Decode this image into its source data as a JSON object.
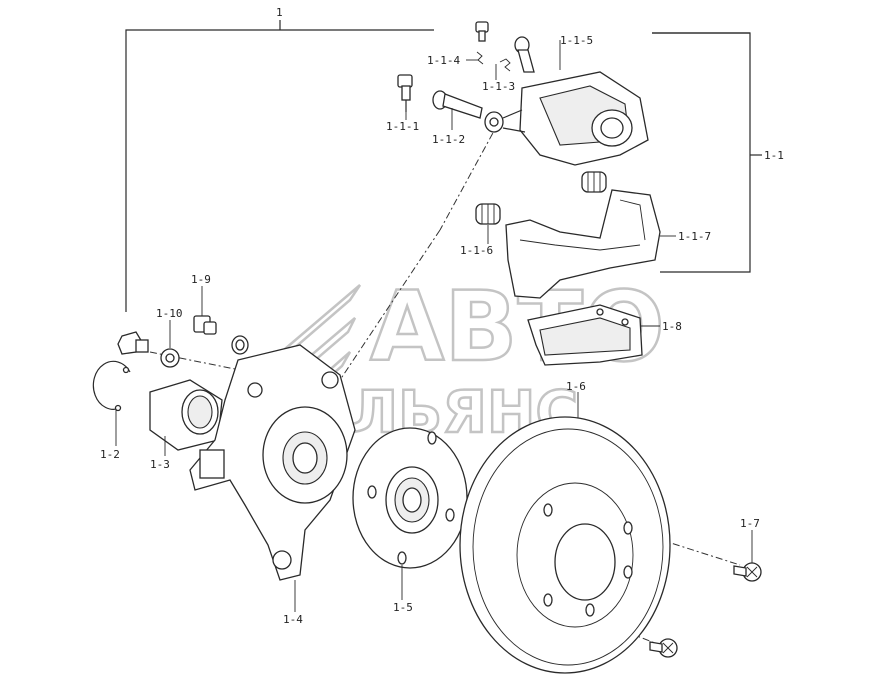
{
  "watermark": {
    "line1": "АВТО",
    "line2": "АЛЬЯНС",
    "color": "#c4c4c4"
  },
  "labels": {
    "l1": "1",
    "l1_1": "1-1",
    "l1_1_1": "1-1-1",
    "l1_1_2": "1-1-2",
    "l1_1_3": "1-1-3",
    "l1_1_4": "1-1-4",
    "l1_1_5": "1-1-5",
    "l1_1_6": "1-1-6",
    "l1_1_7": "1-1-7",
    "l1_2": "1-2",
    "l1_3": "1-3",
    "l1_4": "1-4",
    "l1_5": "1-5",
    "l1_6": "1-6",
    "l1_7": "1-7",
    "l1_8": "1-8",
    "l1_9": "1-9",
    "l1_10": "1-10"
  }
}
